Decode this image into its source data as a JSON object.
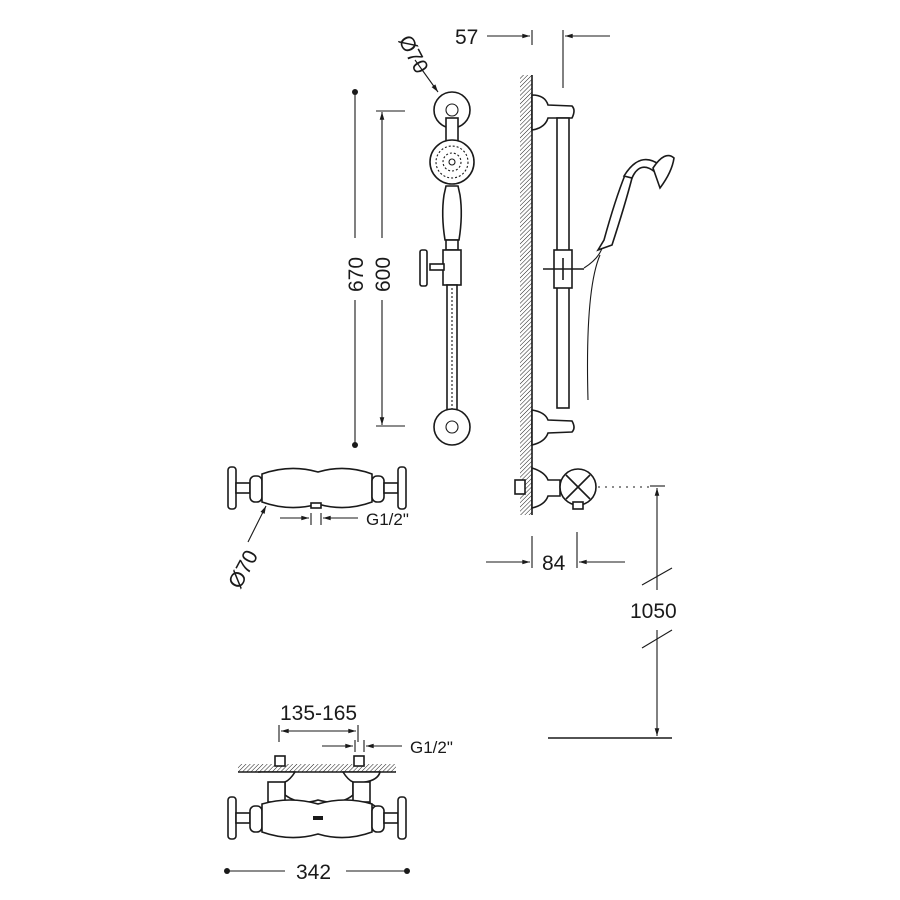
{
  "dimensions": {
    "top_diameter": "Ø70",
    "rail_offset": "57",
    "overall_height": "670",
    "bracket_spacing": "600",
    "front_valve_diameter": "Ø70",
    "front_valve_thread": "G1/2\"",
    "valve_projection": "84",
    "mounting_height": "1050",
    "inlet_spacing": "135-165",
    "bottom_valve_thread": "G1/2\"",
    "valve_width": "342"
  },
  "colors": {
    "line": "#1a1a1a",
    "background": "#ffffff"
  }
}
